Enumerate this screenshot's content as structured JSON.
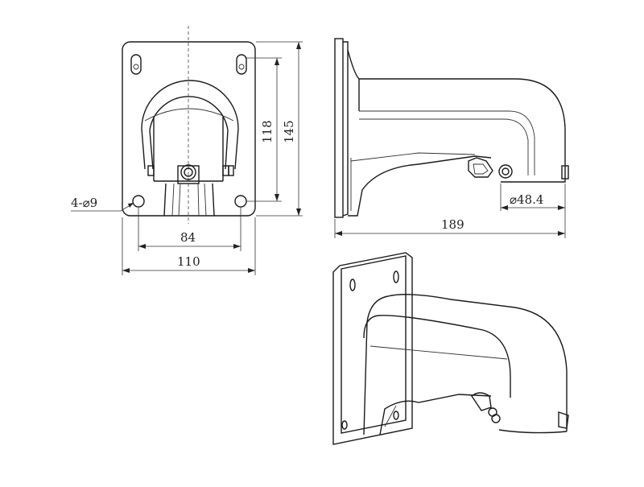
{
  "dimensions": {
    "hole_spec": "4-⌀9",
    "hole_spacing_horizontal": "84",
    "plate_width": "110",
    "hole_spacing_vertical": "118",
    "plate_height": "145",
    "pipe_diameter": "⌀48.4",
    "arm_length": "189"
  }
}
